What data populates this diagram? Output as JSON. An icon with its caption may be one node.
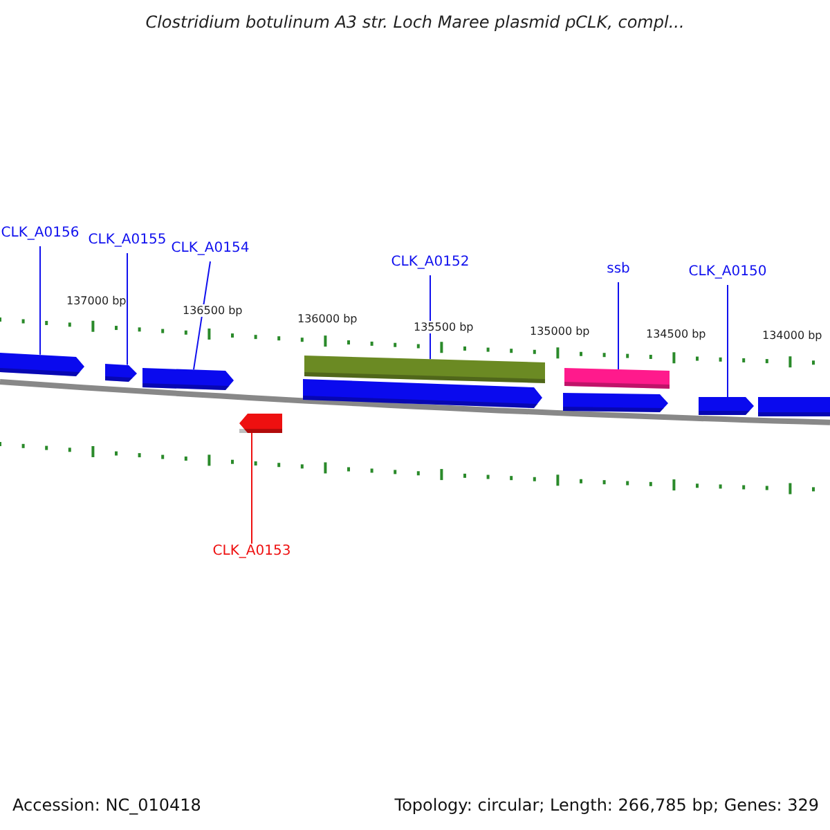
{
  "diagram": {
    "title": "Clostridium botulinum A3 str. Loch Maree plasmid pCLK, compl...",
    "nodes": [
      {
        "text": [
          "CLK_A0156"
        ]
      },
      {
        "text": [
          "CLK_A0155"
        ]
      },
      {
        "text": [
          "CLK_A0154"
        ]
      },
      {
        "text": [
          "CLK_A0152"
        ]
      },
      {
        "text": [
          "ssb"
        ]
      },
      {
        "text": [
          "CLK_A0150"
        ]
      },
      {
        "text": [],
        "shape": "arrow"
      },
      {
        "text": [],
        "shape": "arrow"
      },
      {
        "text": [],
        "shape": "arrow"
      },
      {
        "text": [],
        "shape": "bar"
      },
      {
        "text": [],
        "shape": "bar"
      },
      {
        "text": [],
        "shape": "arrow"
      },
      {
        "text": [],
        "shape": "arrow"
      },
      {
        "text": [],
        "shape": "arrow"
      },
      {
        "text": [],
        "shape": "bar"
      },
      {
        "text": [],
        "shape": "arrow"
      },
      {
        "text": [
          "CLK_A0153"
        ]
      }
    ],
    "edges": [
      {
        "from": 0,
        "to": 6,
        "arrow": "none"
      },
      {
        "from": 1,
        "to": 7,
        "arrow": "none"
      },
      {
        "from": 2,
        "to": 8,
        "arrow": "none"
      },
      {
        "from": 3,
        "to": 9,
        "arrow": "none"
      },
      {
        "from": 4,
        "to": 10,
        "arrow": "none"
      },
      {
        "from": 5,
        "to": 13,
        "arrow": "none"
      },
      {
        "from": 16,
        "to": 15,
        "arrow": "none",
        "color": "#ee1010"
      }
    ],
    "labels": [
      "137000 bp",
      "136500 bp",
      "136000 bp",
      "135500 bp",
      "135000 bp",
      "134500 bp",
      "134000 bp",
      "Accession: NC_010418",
      "Topology: circular; Length: 266,785 bp; Genes: 329"
    ]
  }
}
